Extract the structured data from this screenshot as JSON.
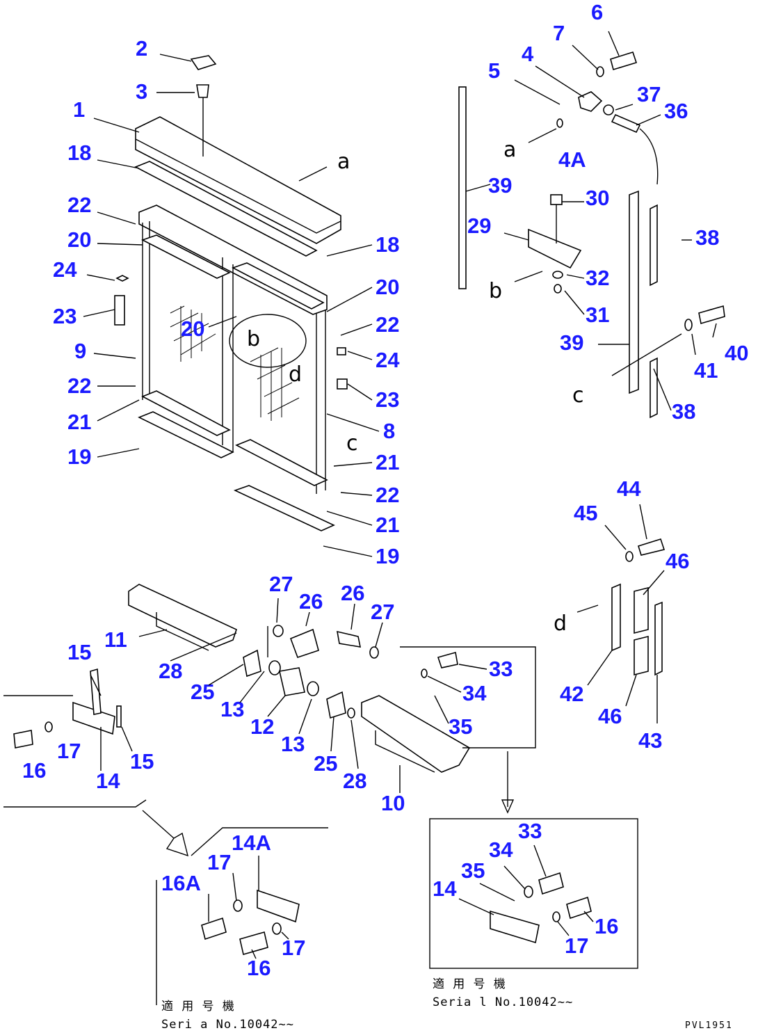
{
  "diagram": {
    "drawing_code": "PVL1951",
    "view_markers": [
      "a",
      "a",
      "b",
      "b",
      "c",
      "c",
      "d",
      "d"
    ],
    "callouts": [
      "1",
      "2",
      "3",
      "18",
      "22",
      "20",
      "24",
      "23",
      "9",
      "22",
      "21",
      "19",
      "20",
      "18",
      "20",
      "22",
      "24",
      "23",
      "8",
      "21",
      "22",
      "21",
      "19",
      "6",
      "7",
      "4",
      "5",
      "37",
      "36",
      "4A",
      "39",
      "30",
      "29",
      "38",
      "32",
      "31",
      "39",
      "40",
      "41",
      "38",
      "44",
      "45",
      "46",
      "42",
      "46",
      "43",
      "27",
      "26",
      "26",
      "27",
      "11",
      "15",
      "28",
      "25",
      "13",
      "12",
      "13",
      "25",
      "28",
      "33",
      "34",
      "35",
      "10",
      "16",
      "17",
      "14",
      "15",
      "14A",
      "17",
      "16A",
      "17",
      "16",
      "33",
      "34",
      "35",
      "14",
      "17",
      "16"
    ],
    "notes": {
      "left_jp": "適 用 号 機",
      "left_serial": "Seri a  No.10042~~",
      "right_jp": "適 用 号 機",
      "right_serial": "Seria l No.10042~~"
    }
  }
}
